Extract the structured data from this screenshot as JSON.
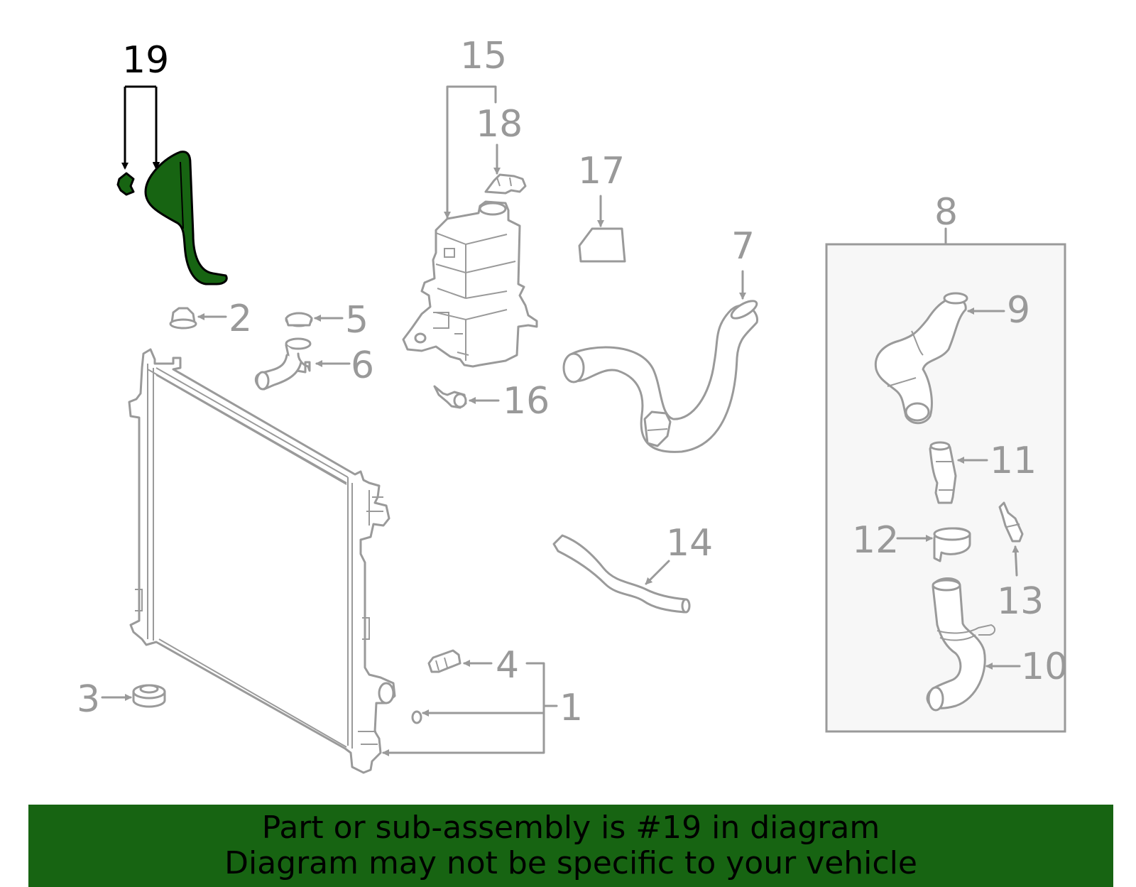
{
  "callouts": {
    "c1": "1",
    "c2": "2",
    "c3": "3",
    "c4": "4",
    "c5": "5",
    "c6": "6",
    "c7": "7",
    "c8": "8",
    "c9": "9",
    "c10": "10",
    "c11": "11",
    "c12": "12",
    "c13": "13",
    "c14": "14",
    "c15": "15",
    "c16": "16",
    "c17": "17",
    "c18": "18",
    "c19": "19"
  },
  "highlighted_part": "19",
  "colors": {
    "highlight": "#176412",
    "linework": "#9a9a9a",
    "banner": "#176412"
  },
  "banner": {
    "line1": "Part or sub-assembly is #19 in diagram",
    "line2": "Diagram may not be specific to your vehicle"
  }
}
